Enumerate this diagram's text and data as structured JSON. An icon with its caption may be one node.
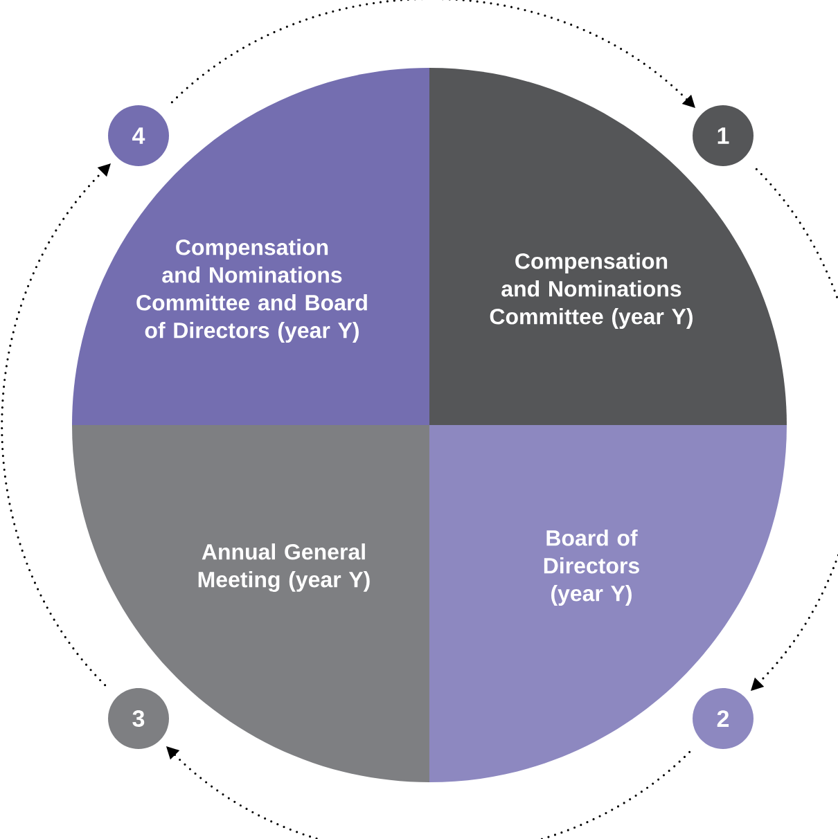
{
  "diagram": {
    "nodes": [
      {
        "text": [
          "4"
        ]
      },
      {
        "text": [
          "1"
        ]
      },
      {
        "text": [
          "Compensation and Nominations Committee and Board of Directors (year Y)"
        ]
      },
      {
        "text": [
          "Compensation and Nominations Committee (year Y)"
        ]
      },
      {
        "text": [
          "Annual General Meeting (year Y)"
        ]
      },
      {
        "text": [
          "Board of Directors (year Y)"
        ]
      },
      {
        "text": [
          "3"
        ]
      },
      {
        "text": [
          "2"
        ]
      }
    ],
    "edges": [
      {
        "from": 0,
        "to": 1,
        "arrow": "to"
      },
      {
        "from": 1,
        "to": 7,
        "arrow": "to"
      },
      {
        "from": 7,
        "to": 6,
        "arrow": "to"
      },
      {
        "from": 6,
        "to": 0,
        "arrow": "to"
      }
    ]
  }
}
